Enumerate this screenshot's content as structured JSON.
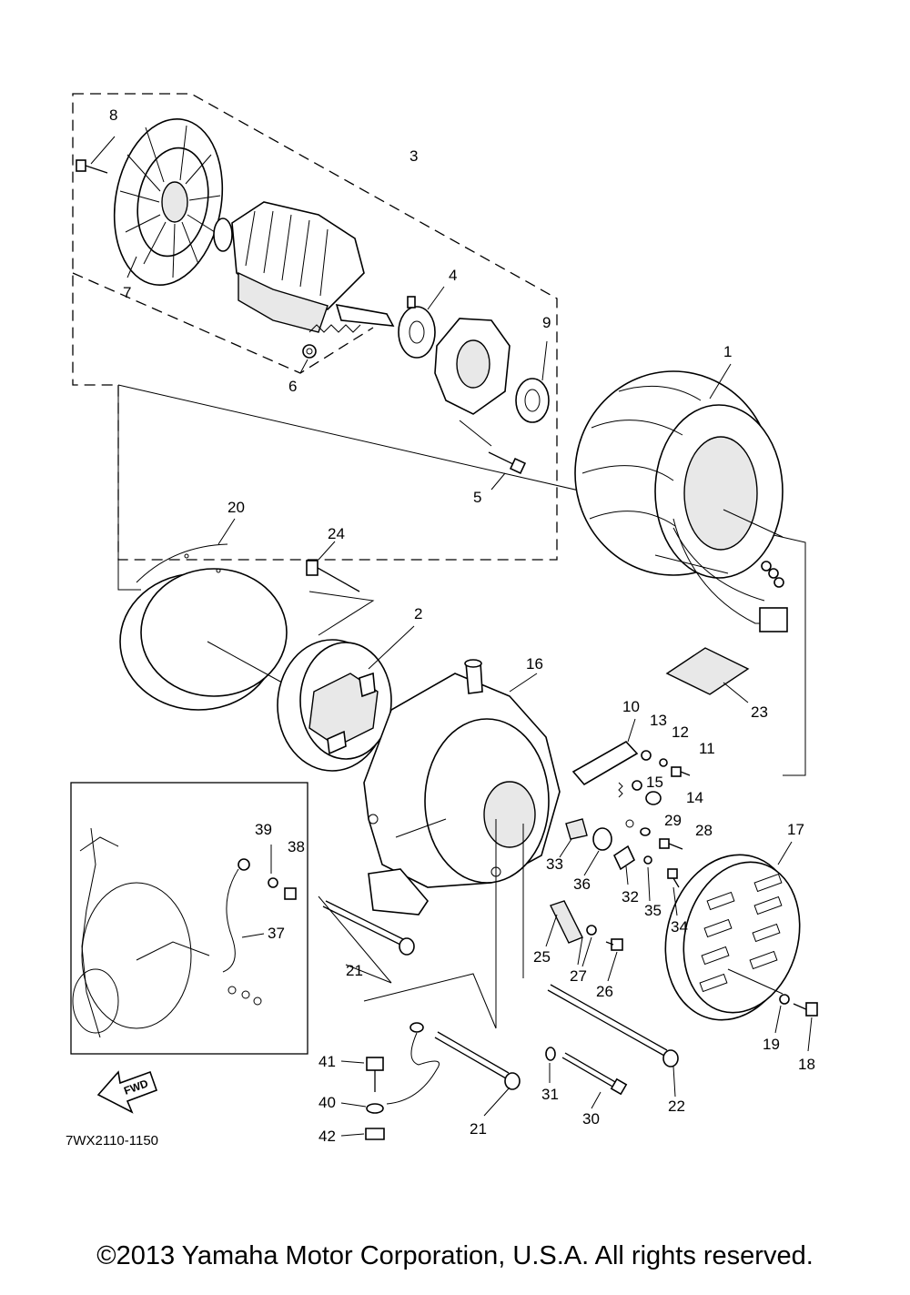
{
  "diagram": {
    "part_number_code": "7WX2110-1150",
    "fwd_label": "FWD",
    "callouts": [
      {
        "id": "c8",
        "text": "8"
      },
      {
        "id": "c3",
        "text": "3"
      },
      {
        "id": "c7",
        "text": "7"
      },
      {
        "id": "c4",
        "text": "4"
      },
      {
        "id": "c9",
        "text": "9"
      },
      {
        "id": "c6",
        "text": "6"
      },
      {
        "id": "c1",
        "text": "1"
      },
      {
        "id": "c5",
        "text": "5"
      },
      {
        "id": "c20",
        "text": "20"
      },
      {
        "id": "c24",
        "text": "24"
      },
      {
        "id": "c2",
        "text": "2"
      },
      {
        "id": "c16",
        "text": "16"
      },
      {
        "id": "c23",
        "text": "23"
      },
      {
        "id": "c10",
        "text": "10"
      },
      {
        "id": "c13",
        "text": "13"
      },
      {
        "id": "c12",
        "text": "12"
      },
      {
        "id": "c11",
        "text": "11"
      },
      {
        "id": "c15",
        "text": "15"
      },
      {
        "id": "c14",
        "text": "14"
      },
      {
        "id": "c29",
        "text": "29"
      },
      {
        "id": "c28",
        "text": "28"
      },
      {
        "id": "c17",
        "text": "17"
      },
      {
        "id": "c33",
        "text": "33"
      },
      {
        "id": "c36",
        "text": "36"
      },
      {
        "id": "c32",
        "text": "32"
      },
      {
        "id": "c35",
        "text": "35"
      },
      {
        "id": "c34",
        "text": "34"
      },
      {
        "id": "c39",
        "text": "39"
      },
      {
        "id": "c38",
        "text": "38"
      },
      {
        "id": "c37",
        "text": "37"
      },
      {
        "id": "c21a",
        "text": "21"
      },
      {
        "id": "c25",
        "text": "25"
      },
      {
        "id": "c27",
        "text": "27"
      },
      {
        "id": "c26",
        "text": "26"
      },
      {
        "id": "c19",
        "text": "19"
      },
      {
        "id": "c18",
        "text": "18"
      },
      {
        "id": "c41",
        "text": "41"
      },
      {
        "id": "c40",
        "text": "40"
      },
      {
        "id": "c42",
        "text": "42"
      },
      {
        "id": "c31",
        "text": "31"
      },
      {
        "id": "c30",
        "text": "30"
      },
      {
        "id": "c22",
        "text": "22"
      },
      {
        "id": "c21b",
        "text": "21"
      }
    ]
  },
  "footer": {
    "copyright": "©2013 Yamaha Motor Corporation, U.S.A. All rights reserved."
  }
}
